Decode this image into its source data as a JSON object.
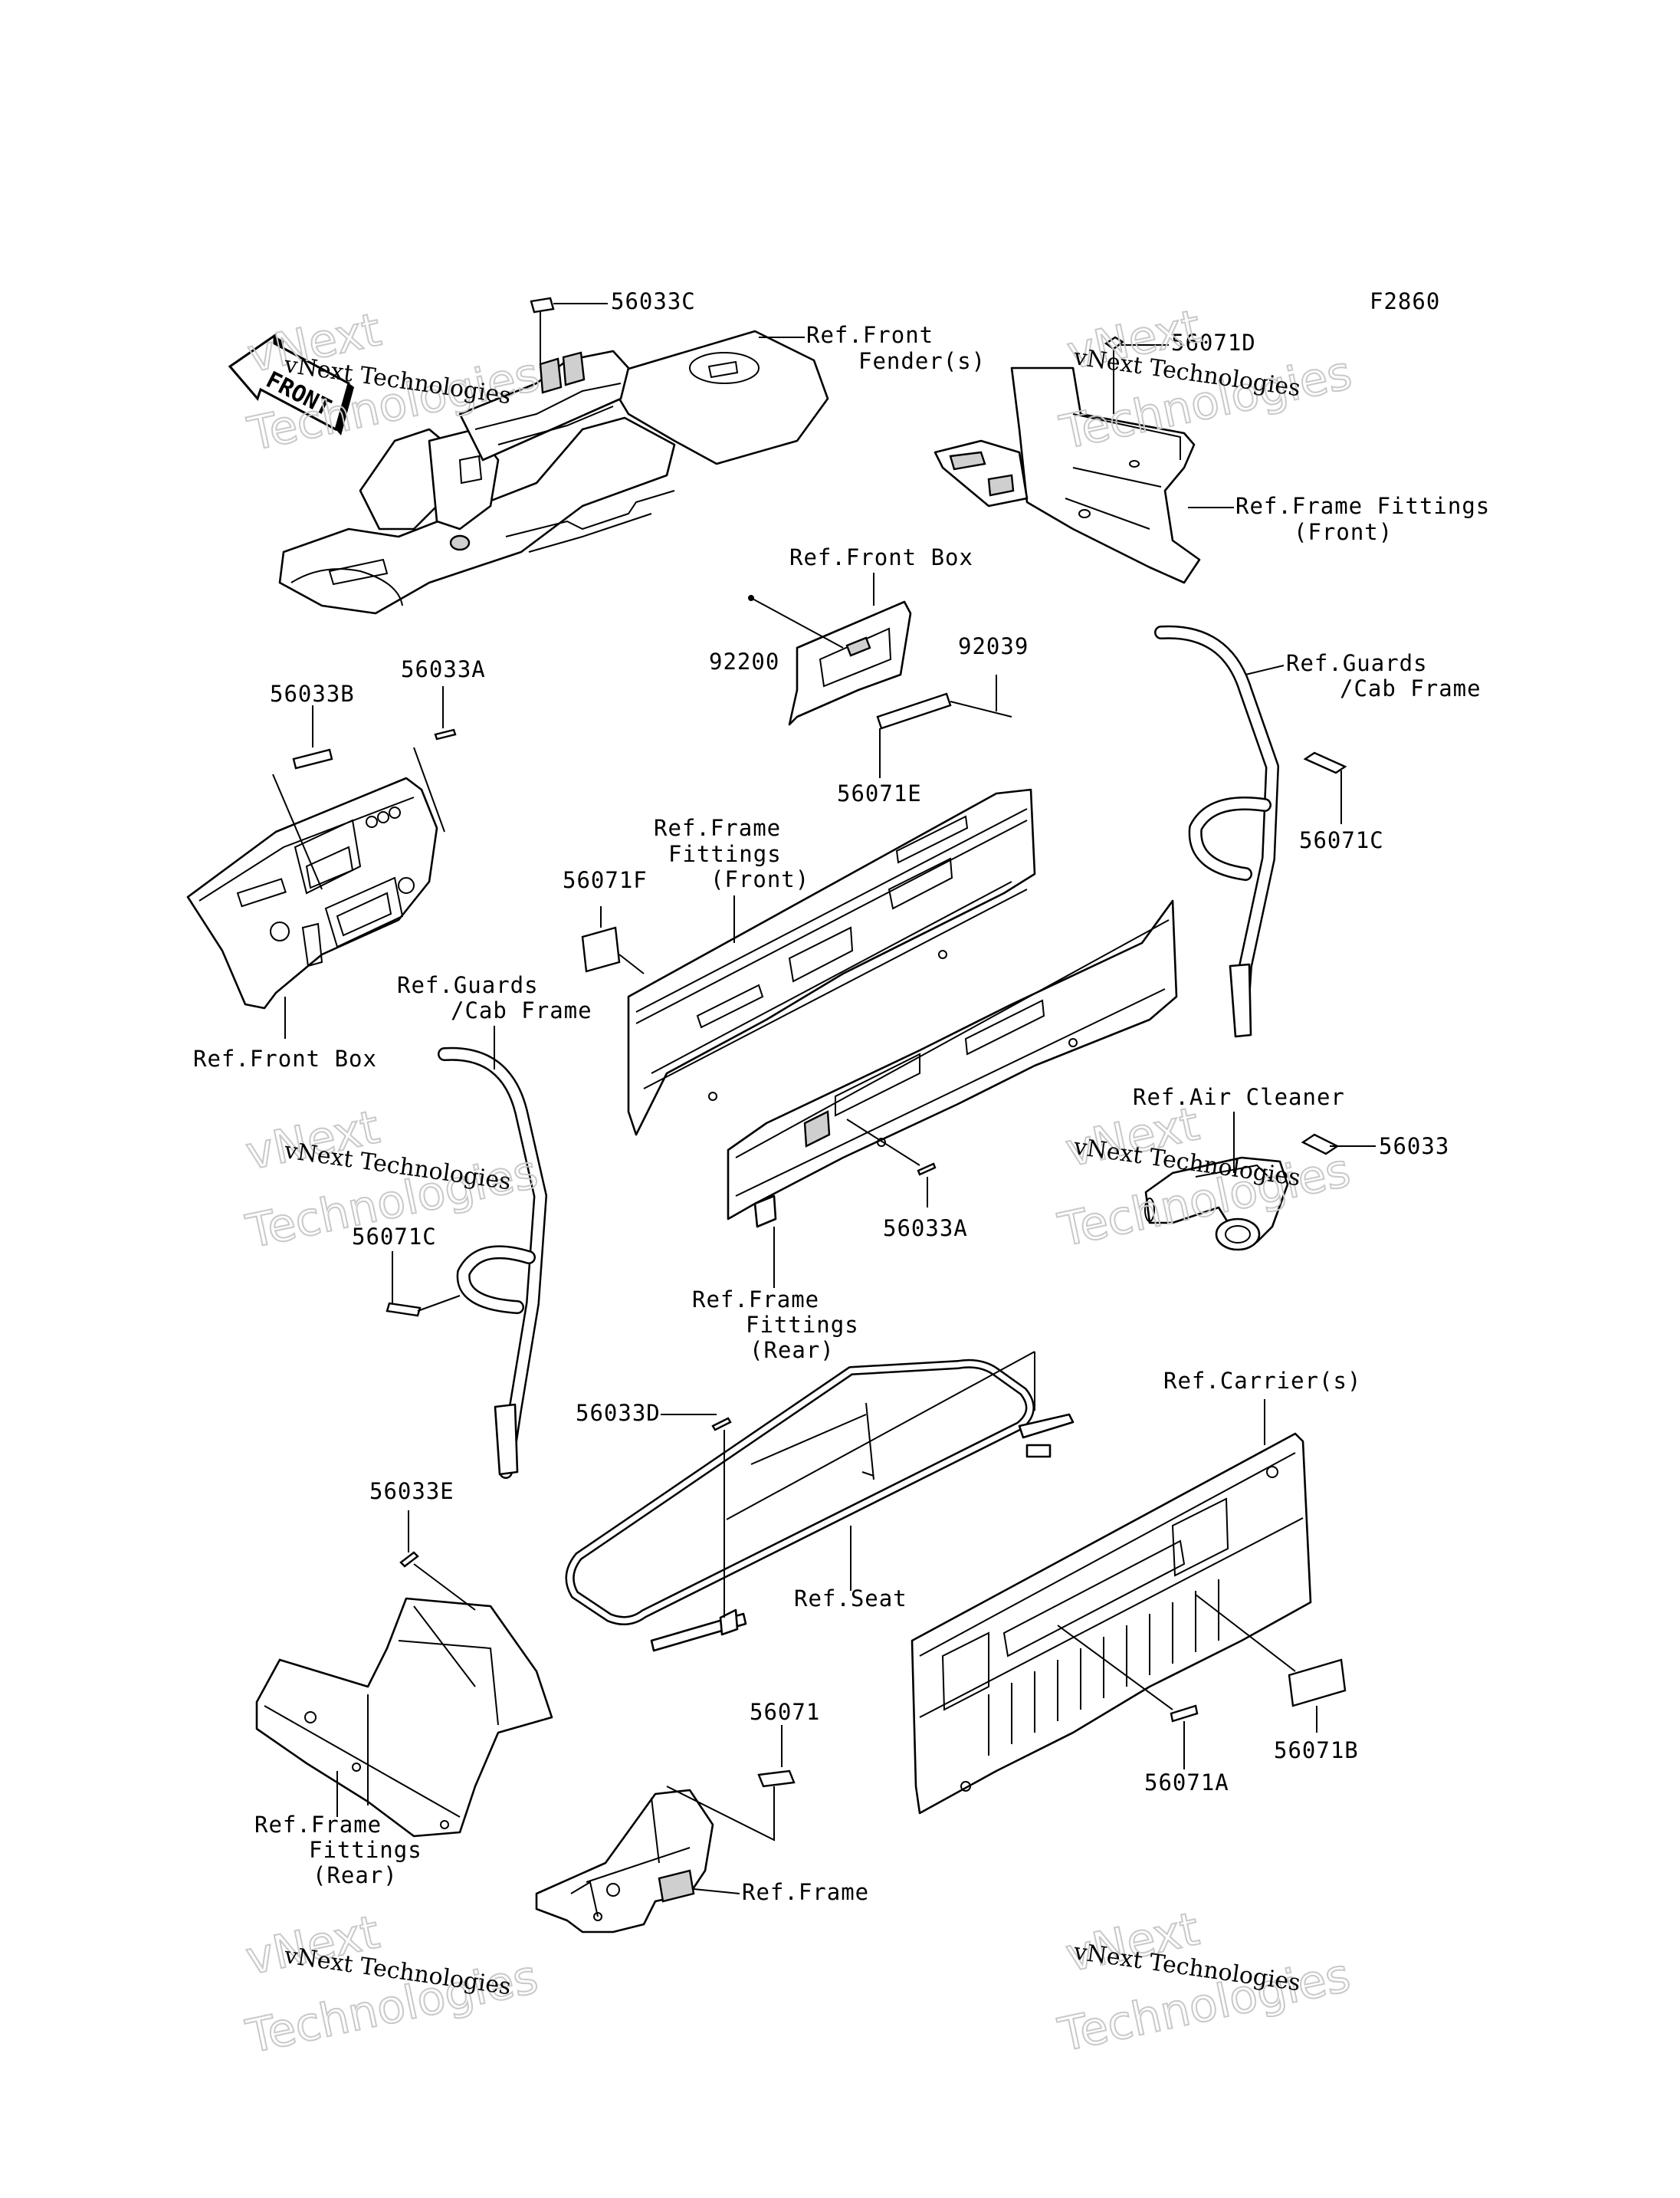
{
  "figure_code": "F2860",
  "front_arrow_text": "FRONT",
  "watermark": {
    "line1": "vNext Technologies",
    "line2": "vNext",
    "line3": "Technologies"
  },
  "labels": {
    "l_56033C": "56033C",
    "ref_front_fender_1": "Ref.Front",
    "ref_front_fender_2": "Fender(s)",
    "l_56071D": "56071D",
    "ref_frame_fit_front_a1": "Ref.Frame Fittings",
    "ref_frame_fit_front_a2": "(Front)",
    "ref_front_box_a": "Ref.Front Box",
    "l_92200": "92200",
    "l_92039": "92039",
    "l_56071E": "56071E",
    "ref_guards_a1": "Ref.Guards",
    "ref_guards_a2": "/Cab Frame",
    "l_56071C_a": "56071C",
    "l_56033B": "56033B",
    "l_56033A_a": "56033A",
    "ref_frame_fit_front_b1": "Ref.Frame",
    "ref_frame_fit_front_b2": "Fittings",
    "ref_frame_fit_front_b3": "(Front)",
    "l_56071F": "56071F",
    "ref_front_box_b": "Ref.Front Box",
    "ref_guards_b1": "Ref.Guards",
    "ref_guards_b2": "/Cab Frame",
    "ref_air_cleaner": "Ref.Air Cleaner",
    "l_56033": "56033",
    "l_56033A_b": "56033A",
    "l_56071C_b": "56071C",
    "ref_frame_fit_rear_a1": "Ref.Frame",
    "ref_frame_fit_rear_a2": "Fittings",
    "ref_frame_fit_rear_a3": "(Rear)",
    "ref_carriers": "Ref.Carrier(s)",
    "l_56033D": "56033D",
    "l_56033E": "56033E",
    "ref_seat": "Ref.Seat",
    "l_56071": "56071",
    "l_56071A": "56071A",
    "l_56071B": "56071B",
    "ref_frame_fit_rear_b1": "Ref.Frame",
    "ref_frame_fit_rear_b2": "Fittings",
    "ref_frame_fit_rear_b3": "(Rear)",
    "ref_frame": "Ref.Frame"
  }
}
